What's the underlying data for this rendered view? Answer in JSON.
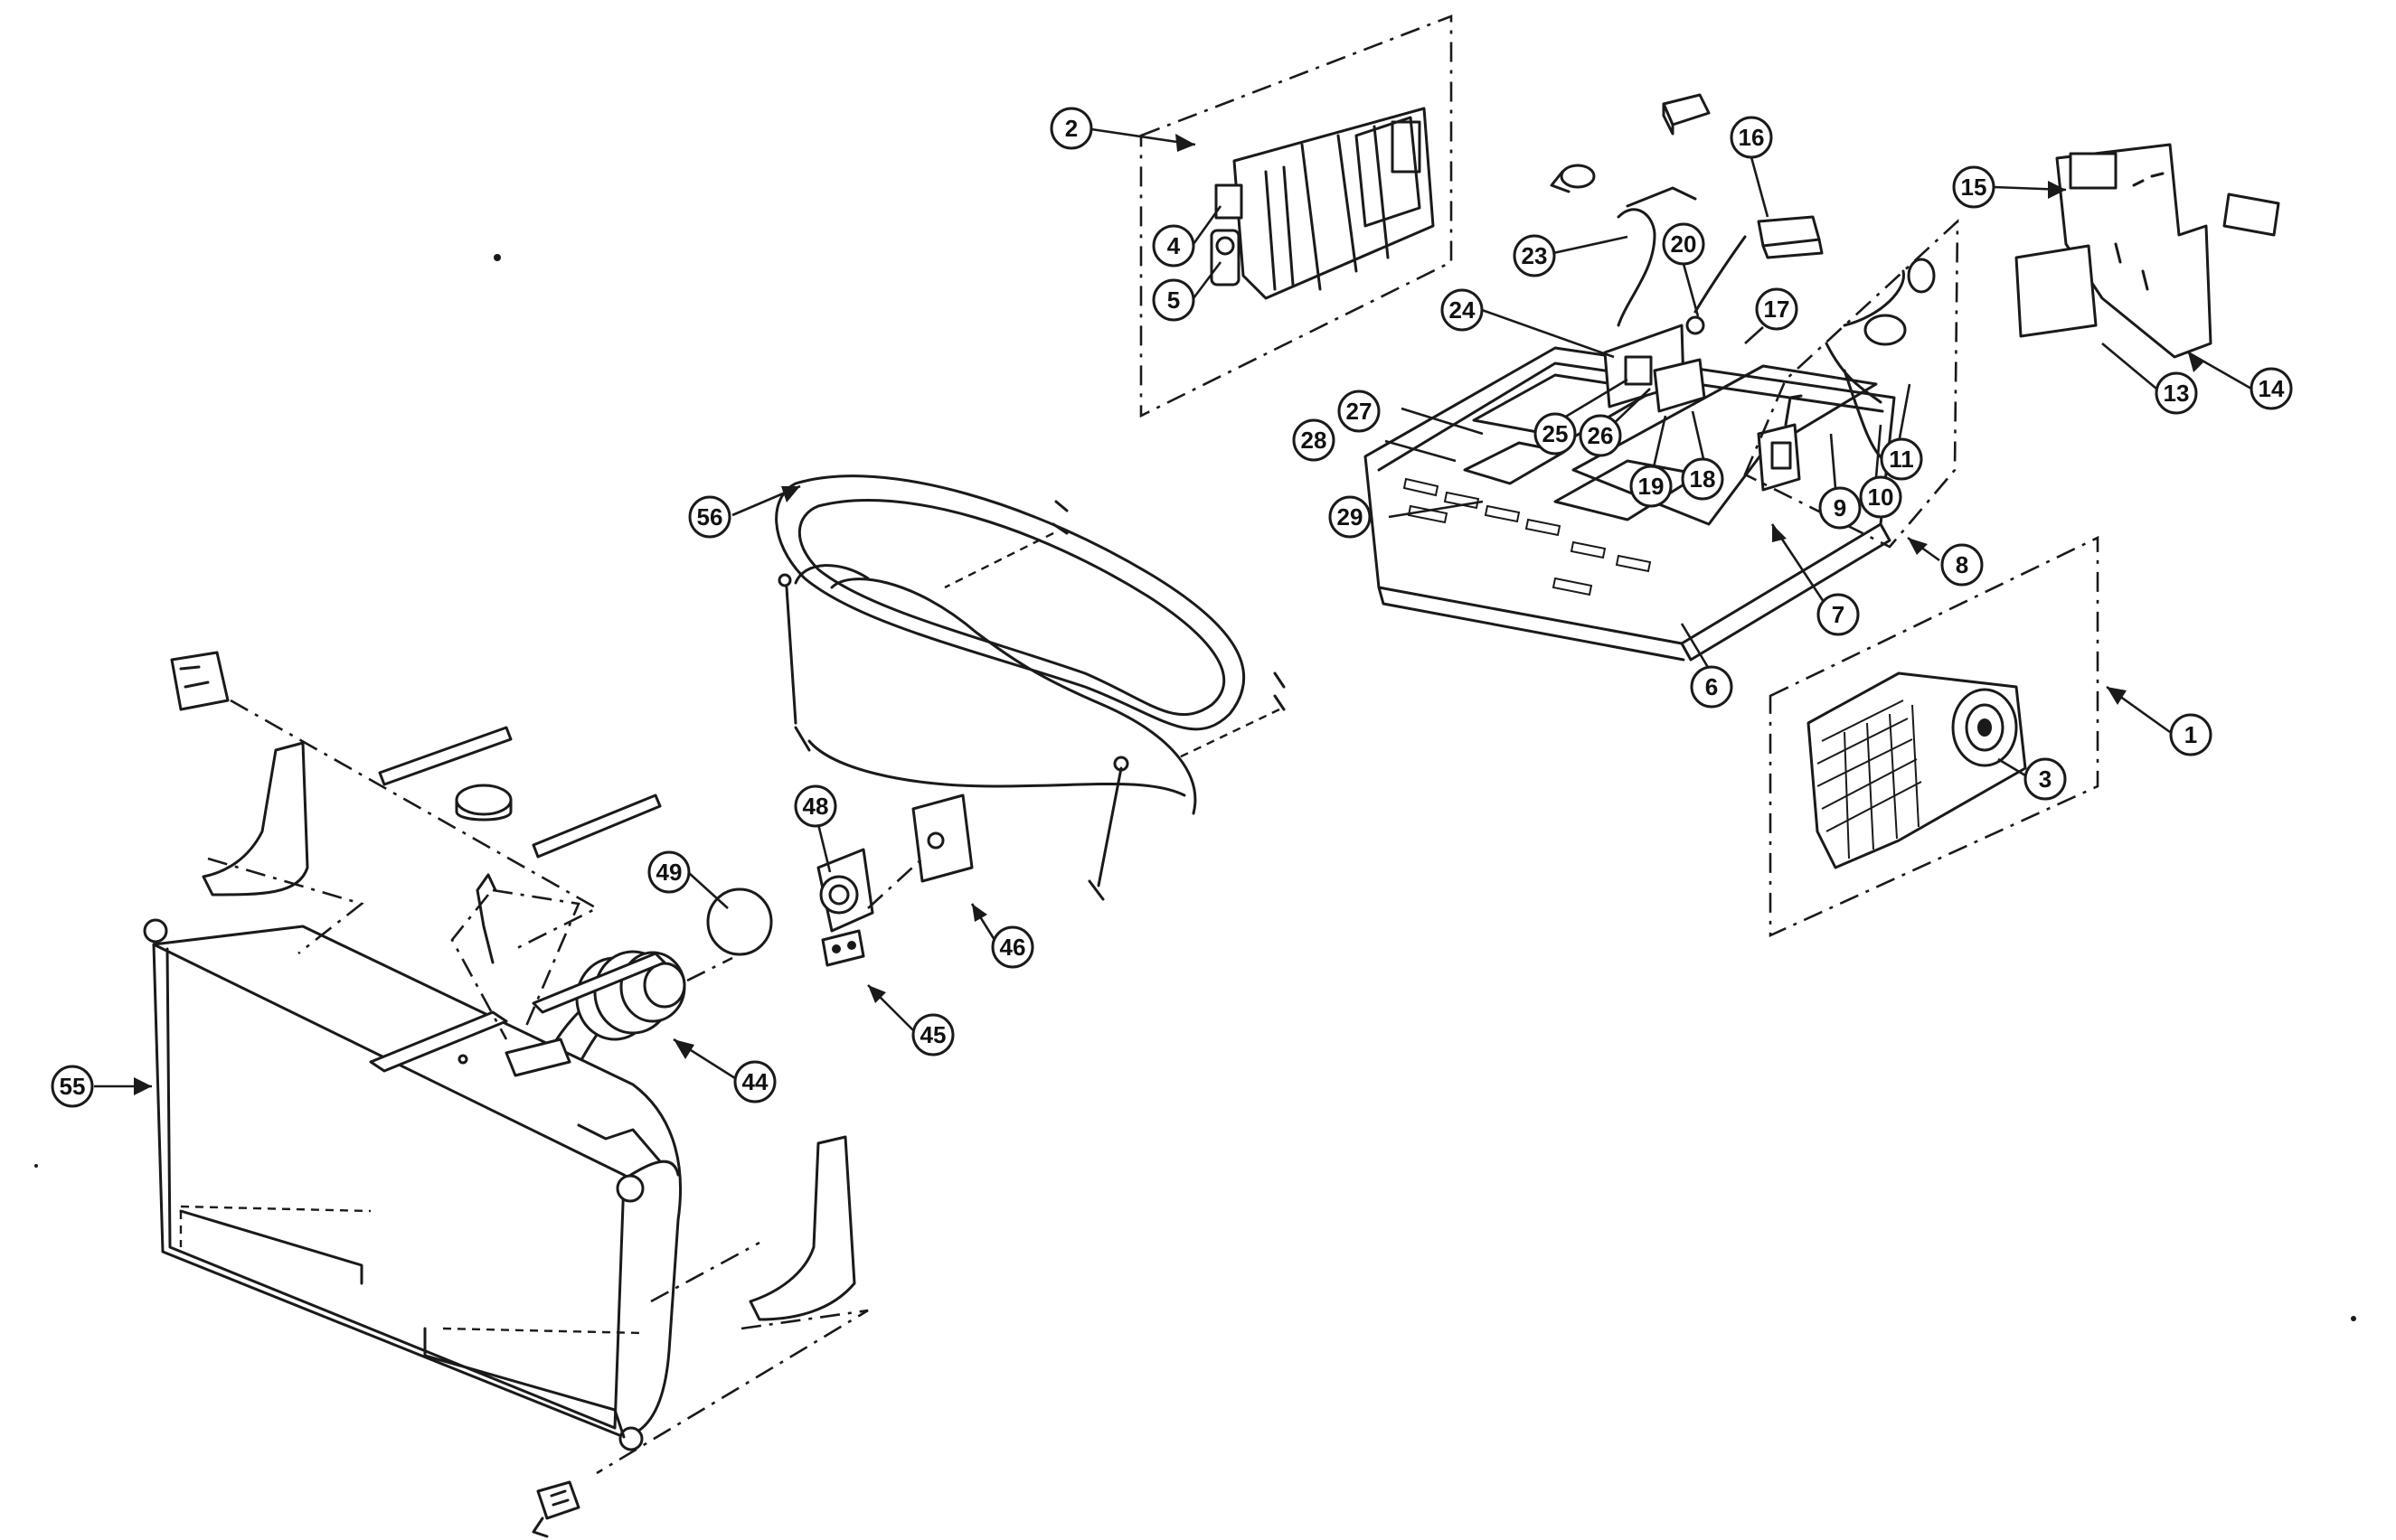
{
  "callouts": [
    {
      "id": "1",
      "label": "1"
    },
    {
      "id": "2",
      "label": "2"
    },
    {
      "id": "3",
      "label": "3"
    },
    {
      "id": "4",
      "label": "4"
    },
    {
      "id": "5",
      "label": "5"
    },
    {
      "id": "6",
      "label": "6"
    },
    {
      "id": "7",
      "label": "7"
    },
    {
      "id": "8",
      "label": "8"
    },
    {
      "id": "9",
      "label": "9"
    },
    {
      "id": "10",
      "label": "10"
    },
    {
      "id": "11",
      "label": "11"
    },
    {
      "id": "13",
      "label": "13"
    },
    {
      "id": "14",
      "label": "14"
    },
    {
      "id": "15",
      "label": "15"
    },
    {
      "id": "16",
      "label": "16"
    },
    {
      "id": "17",
      "label": "17"
    },
    {
      "id": "18",
      "label": "18"
    },
    {
      "id": "19",
      "label": "19"
    },
    {
      "id": "20",
      "label": "20"
    },
    {
      "id": "23",
      "label": "23"
    },
    {
      "id": "24",
      "label": "24"
    },
    {
      "id": "25",
      "label": "25"
    },
    {
      "id": "26",
      "label": "26"
    },
    {
      "id": "27",
      "label": "27"
    },
    {
      "id": "28",
      "label": "28"
    },
    {
      "id": "29",
      "label": "29"
    },
    {
      "id": "44",
      "label": "44"
    },
    {
      "id": "45",
      "label": "45"
    },
    {
      "id": "46",
      "label": "46"
    },
    {
      "id": "48",
      "label": "48"
    },
    {
      "id": "49",
      "label": "49"
    },
    {
      "id": "55",
      "label": "55"
    },
    {
      "id": "56",
      "label": "56"
    }
  ]
}
